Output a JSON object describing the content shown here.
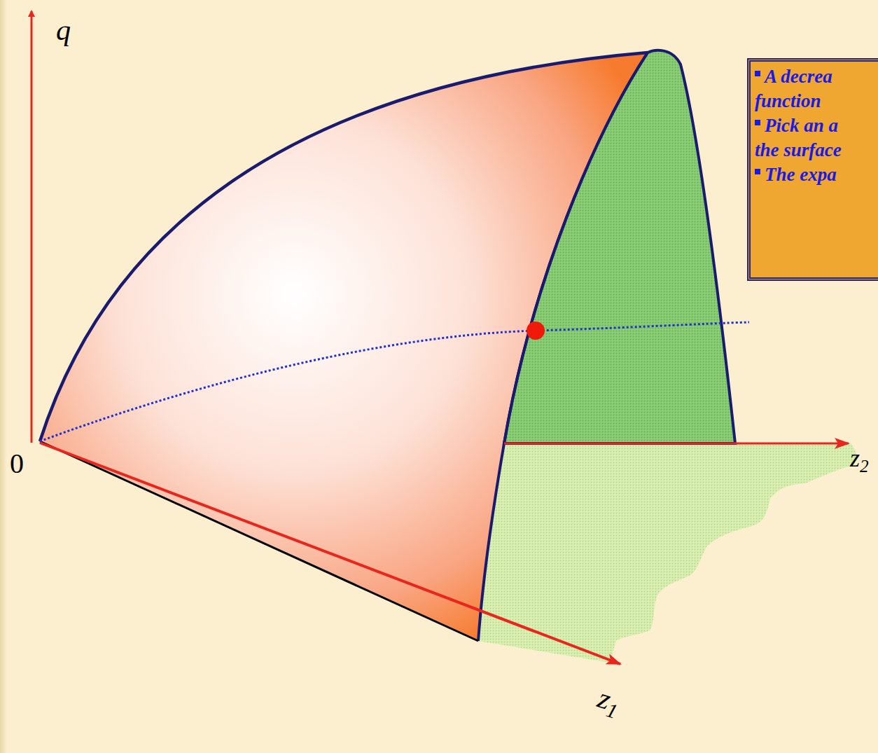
{
  "diagram": {
    "nodes": [
      {
        "text": [
          "A decrea function",
          "Pick an a the surface",
          "The expa"
        ]
      }
    ],
    "labels": [
      "q",
      "0",
      "z1",
      "z2"
    ]
  }
}
